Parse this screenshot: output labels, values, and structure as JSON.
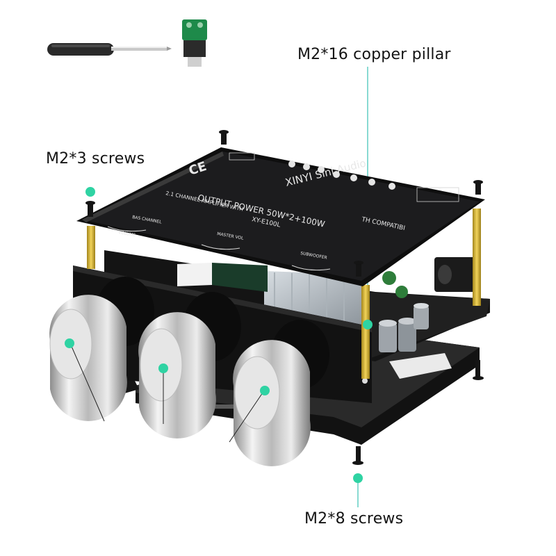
{
  "callouts": {
    "copper_pillar": "M2*16 copper pillar",
    "m2_3_screws": "M2*3 screws",
    "m2_8_screws": "M2*8 screws"
  },
  "board": {
    "brand": "XINYI Sini Audio",
    "channel_line": "2.1 CHANNEL AMPLIFIER WITH",
    "bt_line": "TH COMPATIBI",
    "power_line": "OUTPUT POWER 50W*2+100W",
    "model": "XY-E100L",
    "ce_mark": "CE",
    "knob_labels": [
      "BAS CHANNEL",
      "MASTER VOL",
      "SUBWOOFER"
    ],
    "left_tag": "VOLUME"
  },
  "colors": {
    "marker": "#2fd3a3",
    "leader_line": "#48c6b9",
    "board": "#1c1c1e",
    "pillar": "#d8b83a",
    "acrylic": "#111111"
  },
  "icons": [
    "screwdriver-icon",
    "dc-barrel-connector-icon"
  ]
}
